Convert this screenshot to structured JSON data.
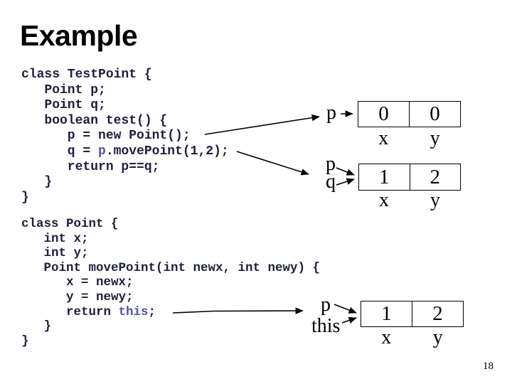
{
  "slide": {
    "title": "Example",
    "page_number": "18"
  },
  "colors": {
    "background": "#ffffff",
    "title": "#000000",
    "code": "#1e1e3c",
    "keyword": "#55549b",
    "diagram": "#000000"
  },
  "code_blocks": [
    {
      "name": "TestPoint",
      "lines": [
        [
          {
            "t": "class TestPoint {"
          }
        ],
        [
          {
            "t": "   Point p;"
          }
        ],
        [
          {
            "t": "   Point q;"
          }
        ],
        [
          {
            "t": "   boolean test() {"
          }
        ],
        [
          {
            "t": "      p = new Point();"
          }
        ],
        [
          {
            "t": "      q = "
          },
          {
            "t": "p",
            "k": true
          },
          {
            "t": ".movePoint(1,2);"
          }
        ],
        [
          {
            "t": "      return p==q;"
          }
        ],
        [
          {
            "t": "   }"
          }
        ],
        [
          {
            "t": "}"
          }
        ]
      ]
    },
    {
      "name": "Point",
      "lines": [
        [
          {
            "t": "class Point {"
          }
        ],
        [
          {
            "t": "   int x;"
          }
        ],
        [
          {
            "t": "   int y;"
          }
        ],
        [
          {
            "t": "   Point movePoint(int newx, int newy) {"
          }
        ],
        [
          {
            "t": "      x = newx;"
          }
        ],
        [
          {
            "t": "      y = newy;"
          }
        ],
        [
          {
            "t": "      return "
          },
          {
            "t": "this",
            "k": true
          },
          {
            "t": ";"
          }
        ],
        [
          {
            "t": "   }"
          }
        ],
        [
          {
            "t": "}"
          }
        ]
      ]
    }
  ],
  "diagrams": [
    {
      "name": "point-object-after-new",
      "labels": [
        "p"
      ],
      "cells": [
        {
          "value": "0",
          "field": "x"
        },
        {
          "value": "0",
          "field": "y"
        }
      ]
    },
    {
      "name": "point-object-after-movepoint",
      "labels": [
        "p",
        "q"
      ],
      "cells": [
        {
          "value": "1",
          "field": "x"
        },
        {
          "value": "2",
          "field": "y"
        }
      ]
    },
    {
      "name": "point-object-inside-movepoint",
      "labels": [
        "p",
        "this"
      ],
      "cells": [
        {
          "value": "1",
          "field": "x"
        },
        {
          "value": "2",
          "field": "y"
        }
      ]
    }
  ]
}
